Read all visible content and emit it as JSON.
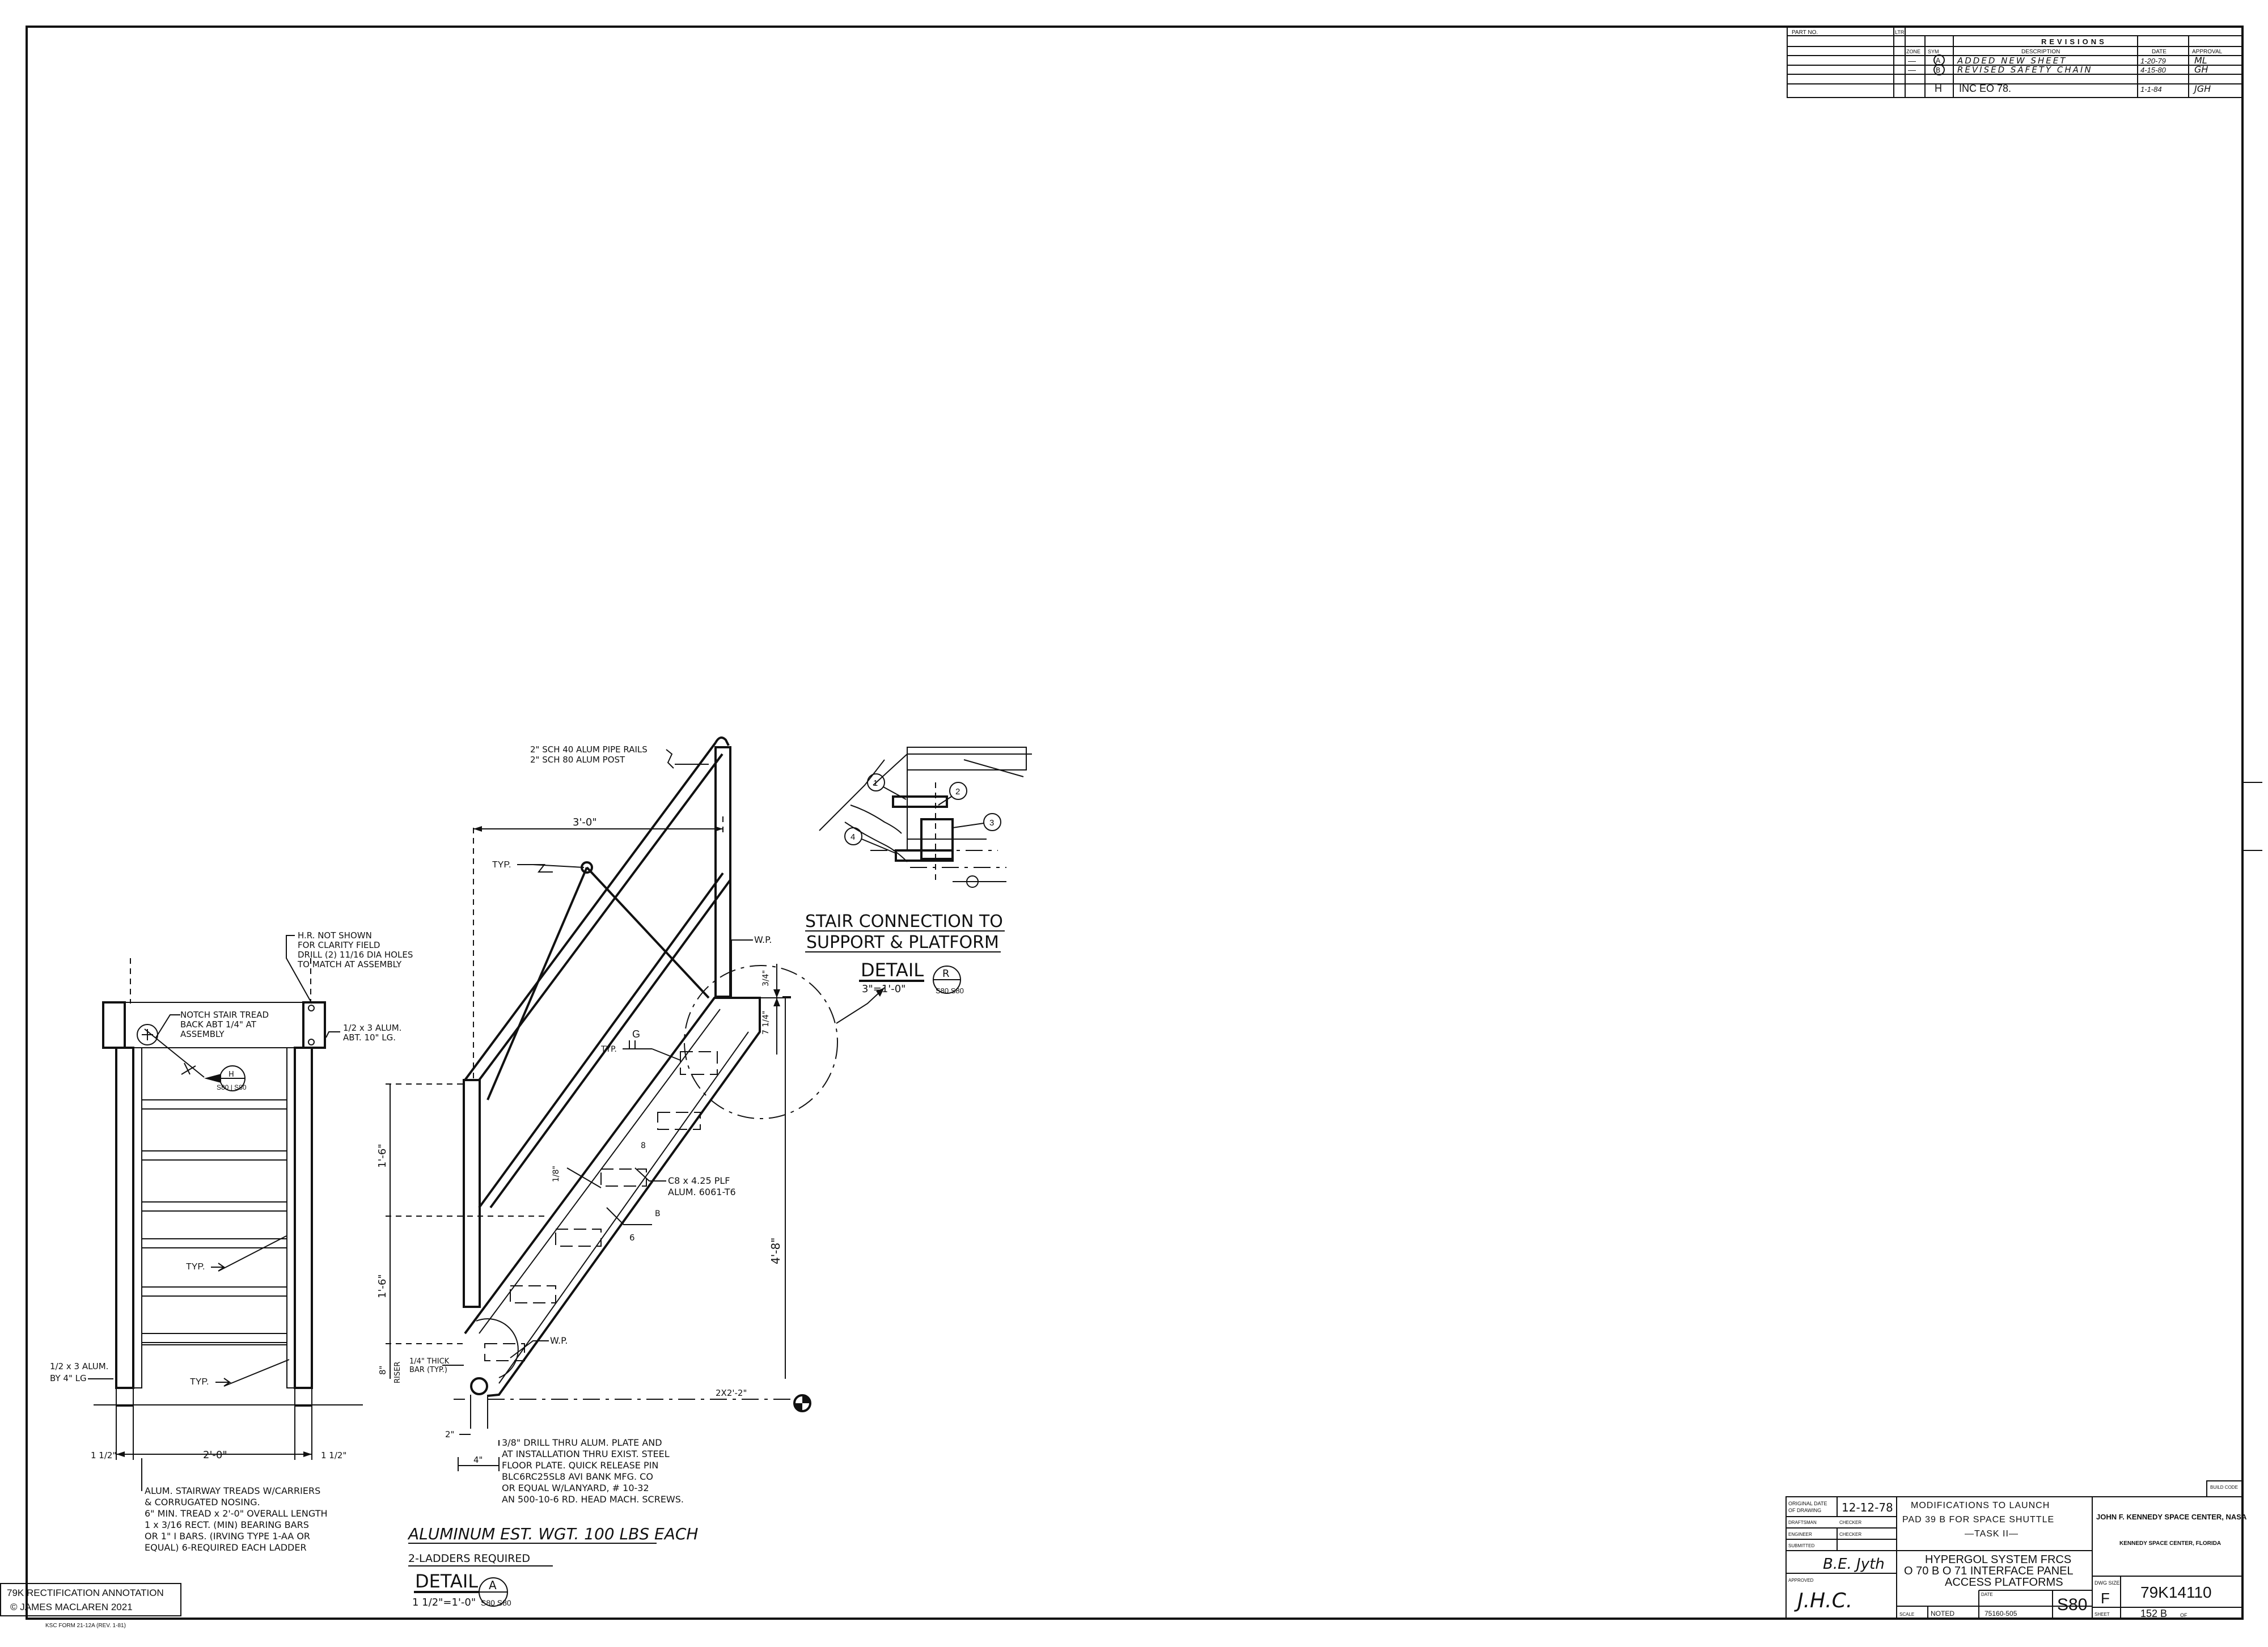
{
  "revisions": {
    "part_no_label": "PART NO.",
    "ltr_label": "LTR",
    "title": "REVISIONS",
    "zone_label": "ZONE",
    "sym_label": "SYM",
    "description_label": "DESCRIPTION",
    "date_label": "DATE",
    "approval_label": "APPROVAL",
    "rows": [
      {
        "zone": "—",
        "sym": "A",
        "description": "ADDED NEW SHEET",
        "date": "1-20-79",
        "approval": "ML"
      },
      {
        "zone": "—",
        "sym": "B",
        "description": "REVISED SAFETY CHAIN",
        "date": "4-15-80",
        "approval": "GH"
      },
      {
        "zone": "",
        "sym": "H",
        "description": "INC EO 78.",
        "date": "1-1-84",
        "approval": "JGH"
      }
    ]
  },
  "labels": {
    "pipe_rails": "2\" SCH 40 ALUM PIPE RAILS",
    "post": "2\" SCH 80 ALUM POST",
    "width_3ft": "3'-0\"",
    "typ": "TYP.",
    "wp": "W.P.",
    "hr_note": [
      "H.R. NOT SHOWN",
      "FOR CLARITY  FIELD",
      "DRILL (2) 11/16 DIA HOLES",
      "TO MATCH AT ASSEMBLY"
    ],
    "notch_note": [
      "NOTCH STAIR TREAD",
      "BACK ABT 1/4\" AT",
      "ASSEMBLY"
    ],
    "alum_bar": [
      "1/2 x 3 ALUM.",
      "ABT. 10\" LG."
    ],
    "dim_3_4": "3/4\"",
    "dim_7_1_4": "7 1/4\"",
    "dim_1_6": "1'-6\"",
    "dim_1_8": "1/8\"",
    "dim_8": "8\"",
    "dim_4_8": "4'-8\"",
    "dim_2": "2\"",
    "dim_4": "4\"",
    "dim_2_0": "2'-0\"",
    "dim_1_5": "1 1/2\"",
    "channel": [
      "C8 x 4.25 PLF",
      "ALUM. 6061-T6"
    ],
    "weld_g": "G",
    "weld_6": "6",
    "weld_8": "8",
    "riser": "RISER",
    "thick_bar": [
      "1/4\" THICK",
      "BAR (TYP.)"
    ],
    "elev": "2X2'-2\"",
    "alum_by4": [
      "1/2 x 3 ALUM.",
      "BY 4\" LG"
    ],
    "detail_bubble_top": "H",
    "detail_bubble_bot": "S80",
    "detail_bubble_bot2": "S80",
    "treads_note": [
      "ALUM. STAIRWAY TREADS W/CARRIERS",
      "& CORRUGATED NOSING.",
      "6\" MIN. TREAD x 2'-0\" OVERALL LENGTH",
      "1 x 3/16 RECT. (MIN) BEARING BARS",
      "OR 1\" I BARS. (IRVING TYPE 1-AA OR",
      "EQUAL)  6-REQUIRED EACH LADDER"
    ],
    "drill_note": [
      "3/8\" DRILL THRU ALUM. PLATE AND",
      "AT INSTALLATION THRU EXIST. STEEL",
      "FLOOR PLATE. QUICK RELEASE PIN",
      "BLC6RC25SL8 AVI BANK MFG. CO",
      "OR EQUAL W/LANYARD, # 10-32",
      "AN 500-10-6 RD. HEAD MACH. SCREWS."
    ],
    "weight": "ALUMINUM EST. WGT. 100 LBS EACH",
    "ladders_req": "2-LADDERS REQUIRED",
    "detail_a_title": "DETAIL",
    "detail_a_scale": "1 1/2\"=1'-0\"",
    "detail_a_letter": "A",
    "detail_a_sheets": "S80 S80",
    "stair_conn_1": "STAIR CONNECTION TO",
    "stair_conn_2": "SUPPORT & PLATFORM",
    "detail_r_title": "DETAIL",
    "detail_r_scale": "3\"=1'-0\"",
    "detail_r_letter": "R",
    "detail_r_sheets": "S80 S80",
    "callouts": [
      "1",
      "2",
      "3",
      "4"
    ]
  },
  "annotation": {
    "line1": "79K RECTIFICATION ANNOTATION",
    "line2": "© JAMES MACLAREN 2021",
    "form": "KSC FORM 21-12A (REV. 1-81)"
  },
  "title_block": {
    "build_code": "BUILD CODE",
    "original_date_label": "ORIGINAL DATE OF DRAWING",
    "original_date": "12-12-78",
    "draftsman_label": "DRAFTSMAN",
    "checker_label": "CHECKER",
    "engineer_label": "ENGINEER",
    "submitted_label": "SUBMITTED",
    "approved_label": "APPROVED",
    "project_1": "MODIFICATIONS TO LAUNCH",
    "project_2": "PAD 39 B  FOR SPACE SHUTTLE",
    "project_3": "—TASK II—",
    "title_1": "HYPERGOL SYSTEM FRCS",
    "title_2": "O 70 B O 71 INTERFACE PANEL",
    "title_3": "ACCESS PLATFORMS",
    "org_1": "JOHN F. KENNEDY SPACE CENTER, NASA",
    "org_2": "KENNEDY SPACE CENTER, FLORIDA",
    "dwg_size_label": "DWG SIZE",
    "dwg_size": "F",
    "dwg_no": "79K14110",
    "sheet_code": "S80",
    "scale_label": "SCALE",
    "scale": "NOTED",
    "contract_no": "75160-505",
    "date_label": "DATE",
    "sheet_label": "SHEET",
    "sheet": "152 B",
    "of_label": "OF",
    "signature_submitted": "B.E. Jyth",
    "signature_approved": "J.H.C."
  }
}
